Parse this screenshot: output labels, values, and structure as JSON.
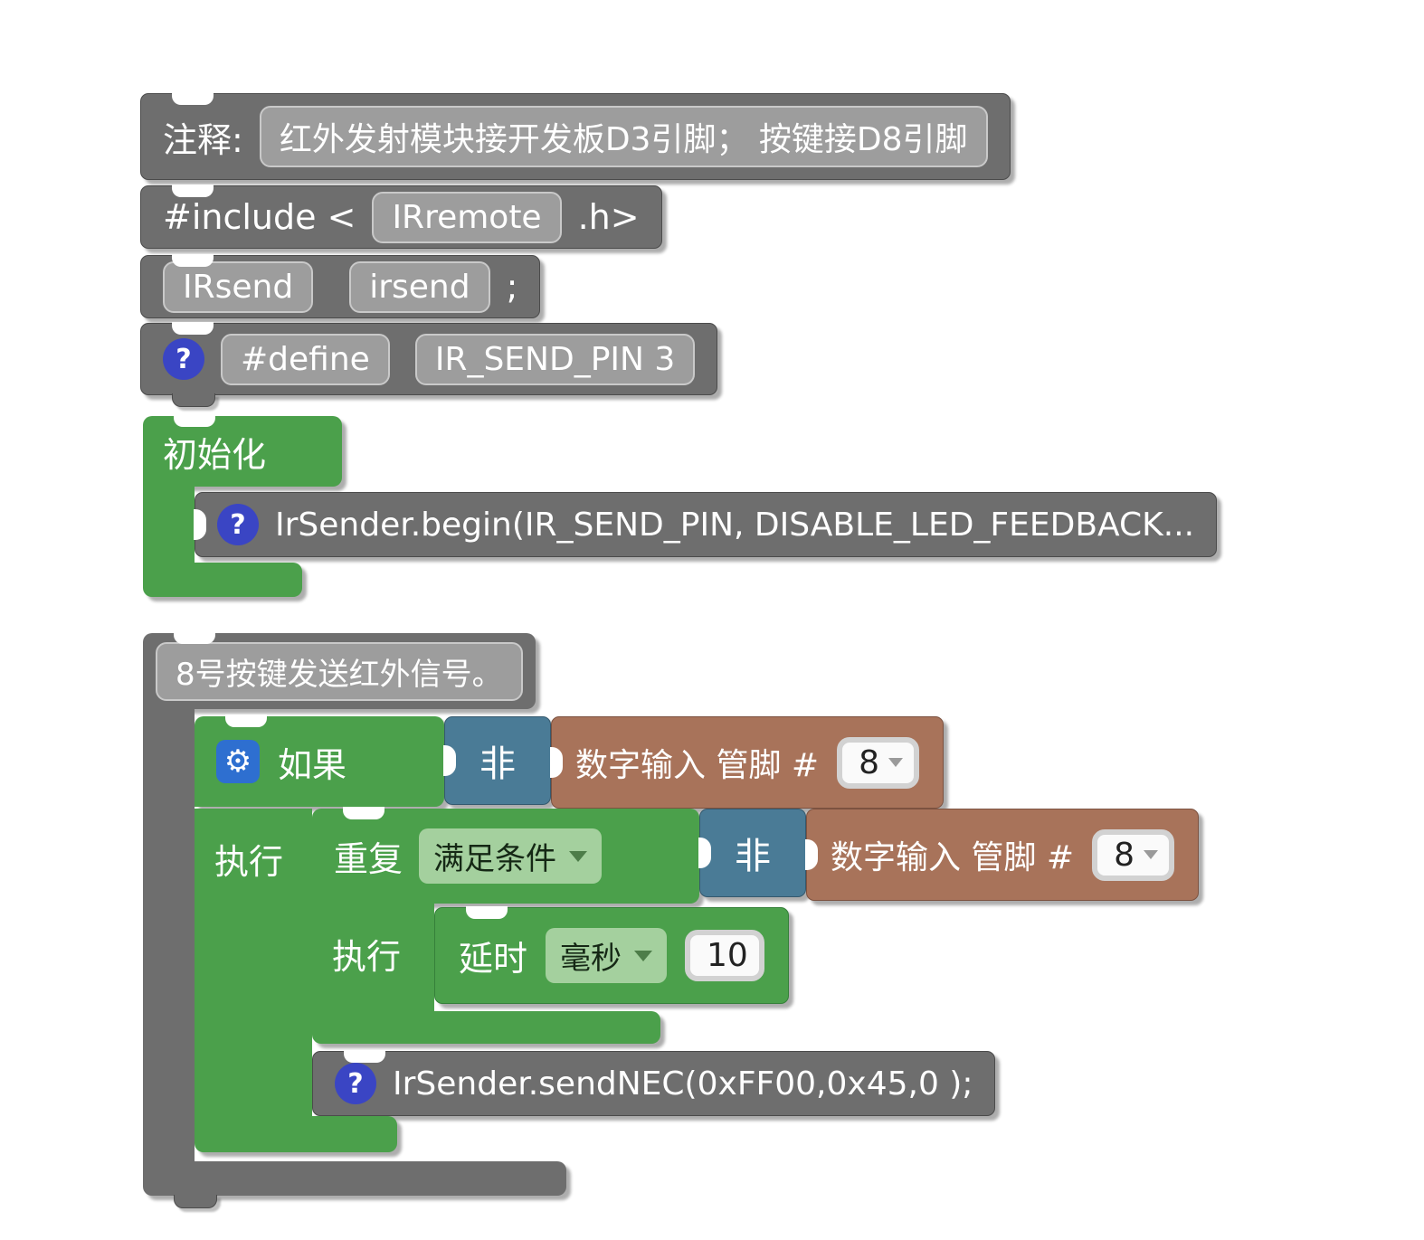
{
  "icons": {
    "help": "?",
    "gear": "⚙"
  },
  "colors": {
    "gray_block": "#6e6e6e",
    "green_block": "#4ba04b",
    "blue_block": "#4a7b96",
    "brown_block": "#a8735a",
    "help_icon_bg": "#3a45c4",
    "gear_icon_bg": "#2e6fd0",
    "dropdown_green": "#a4d09e"
  },
  "blocks": {
    "comment": {
      "label": "注释:",
      "text": "红外发射模块接开发板D3引脚； 按键接D8引脚"
    },
    "include": {
      "prefix": "#include <",
      "lib": "IRremote",
      "suffix": ".h>"
    },
    "declare": {
      "type": "IRsend",
      "name": "irsend",
      "semicolon": ";"
    },
    "define": {
      "keyword": "#define",
      "value": "IR_SEND_PIN 3"
    },
    "setup": {
      "label": "初始化",
      "code_text": "IrSender.begin(IR_SEND_PIN, DISABLE_LED_FEEDBACK..."
    },
    "main": {
      "title": "8号按键发送红外信号。",
      "if_label": "如果",
      "if_do_label": "执行",
      "not_label": "非",
      "digital_label": "数字输入 管脚 #",
      "digital_pin": "8",
      "repeat_label": "重复",
      "repeat_mode": "满足条件",
      "repeat_do_label": "执行",
      "delay_label": "延时",
      "delay_unit": "毫秒",
      "delay_value": "10",
      "send_text": "IrSender.sendNEC(0xFF00,0x45,0 );"
    }
  }
}
